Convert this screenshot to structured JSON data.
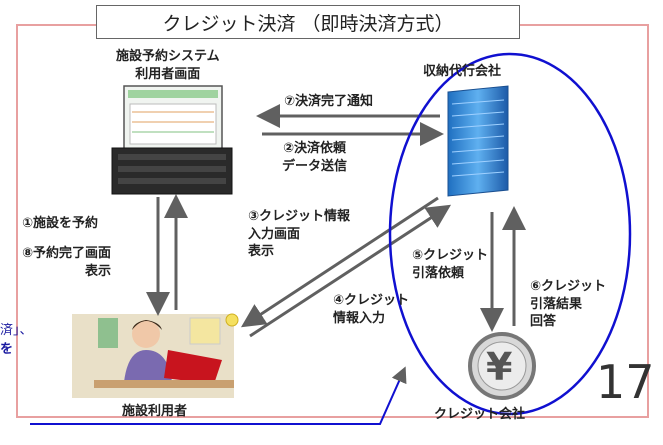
{
  "title": "クレジット決済 （即時決済方式）",
  "nodes": {
    "system": "施設予約システム\n利用者画面",
    "agency": "収納代行会社",
    "user": "施設利用者",
    "credit": "クレジット会社"
  },
  "steps": {
    "s7": "⑦決済完了通知",
    "s2": "②決済依頼\nデータ送信",
    "s1": "①施設を予約",
    "s8": "⑧予約完了画面\n表示",
    "s3": "③クレジット情報\n入力画面\n表示",
    "s4": "④クレジット\n情報入力",
    "s5": "⑤クレジット\n引落依頼",
    "s6": "⑥クレジット\n引落結果\n回答"
  },
  "side_note": {
    "line1": "済」、",
    "line2": "を"
  },
  "yen_symbol": "¥",
  "page_number": "17",
  "colors": {
    "frame": "#e8a0a0",
    "highlight_ellipse": "#1010d0",
    "arrow": "#606060",
    "building": "#3a8fd6"
  }
}
